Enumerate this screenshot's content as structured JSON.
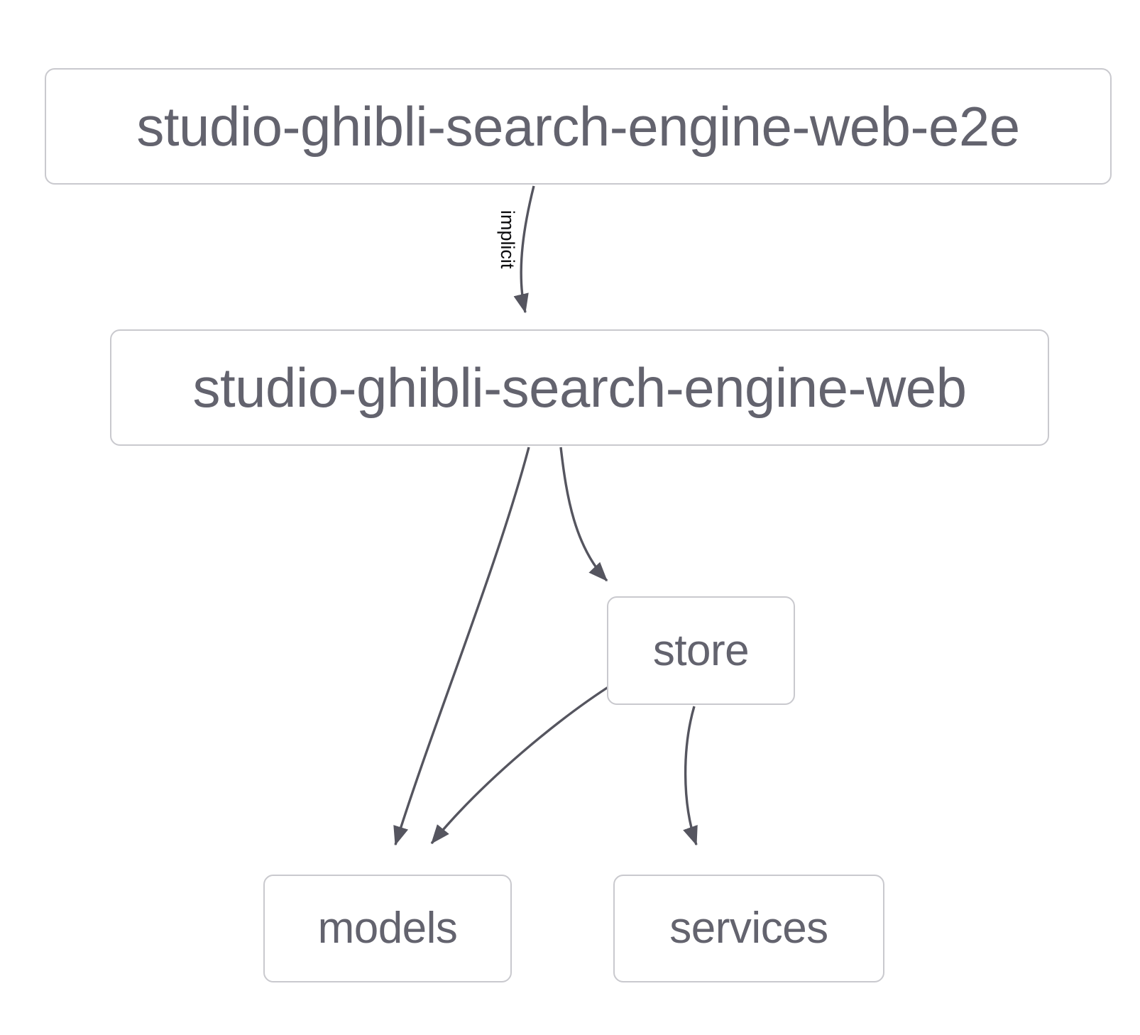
{
  "diagram": {
    "type": "dependency-graph",
    "background_color": "#ffffff",
    "node_border_color": "#c9c9ce",
    "node_text_color": "#63636e",
    "edge_color": "#55555f",
    "edge_label_color": "#0b0b0d",
    "nodes": [
      {
        "id": "root",
        "label": "studio-ghibli-search-engine-web-e2e"
      },
      {
        "id": "web",
        "label": "studio-ghibli-search-engine-web"
      },
      {
        "id": "store",
        "label": "store"
      },
      {
        "id": "models",
        "label": "models"
      },
      {
        "id": "services",
        "label": "services"
      }
    ],
    "edges": [
      {
        "id": "e1",
        "from": "root",
        "to": "web",
        "label": "implicit"
      },
      {
        "id": "e2",
        "from": "web",
        "to": "models",
        "label": ""
      },
      {
        "id": "e3",
        "from": "web",
        "to": "store",
        "label": ""
      },
      {
        "id": "e4",
        "from": "store",
        "to": "models",
        "label": ""
      },
      {
        "id": "e5",
        "from": "store",
        "to": "services",
        "label": ""
      }
    ]
  }
}
